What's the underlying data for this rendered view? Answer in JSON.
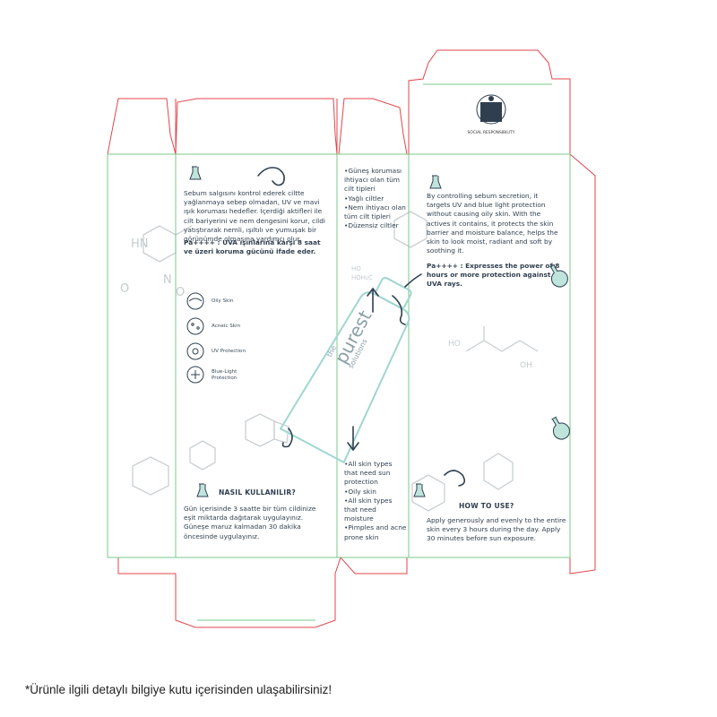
{
  "panel_left": {
    "description": "Sebum salgısını kontrol ederek ciltte yağlanmaya sebep olmadan, UV ve mavi ışık koruması hedefler. İçerdiği aktifleri ile cilt bariyerini ve nem dengesini korur, cildi yatıştırarak nemli, ışıltılı ve yumuşak bir görünümde olmasına yardımcı olur.",
    "pa_note": "Pa++++ : UVA ışınlarına karşı 8 saat ve üzeri koruma gücünü ifade eder.",
    "legend": [
      "Oily Skin",
      "Acneic Skin",
      "UV Protection",
      "Blue-Light Protection"
    ],
    "howto_title": "NASIL KULLANILIR?",
    "howto_text": "Gün içerisinde 3 saatte bir tüm cildinize eşit miktarda dağıtarak uygulayınız. Güneşe maruz kalmadan 30 dakika öncesinde uygulayınız."
  },
  "panel_side_tr": {
    "items": [
      "•Güneş koruması ihtiyacı olan tüm cilt tipleri",
      "•Yağlı ciltler",
      "•Nem ihtiyacı olan tüm cilt tipleri",
      "•Düzensiz ciltler"
    ]
  },
  "panel_side_en": {
    "items": [
      "•All skin types that need sun protection",
      "•Oily skin",
      "•All skin types that need moisture",
      "•Pimples and acne prone skin"
    ]
  },
  "panel_right": {
    "badge": "SOCIAL RESPONSIBILITY",
    "description": "By controlling sebum secretion, it targets UV and blue light protection without causing oily skin. With the actives it contains, it protects the skin barrier and moisture balance, helps the skin to look moist, radiant and soft by soothing it.",
    "pa_note": "Pa++++ : Expresses the power of 8 hours or more protection against UVA rays.",
    "howto_title": "HOW TO USE?",
    "howto_text": "Apply generously and evenly to the entire skin every 3 hours during the day. Apply 30 minutes before sun exposure."
  },
  "brand": {
    "line1": "the",
    "line2": "purest",
    "line3": "solutions"
  },
  "footer": "*Ürünle ilgili detaylı bilgiye kutu içerisinden ulaşabilirsiniz!",
  "colors": {
    "cut_line": "#e0464b",
    "fold_line": "#7bc98a",
    "accent": "#7fc1b4",
    "text": "#2f3f4f"
  }
}
